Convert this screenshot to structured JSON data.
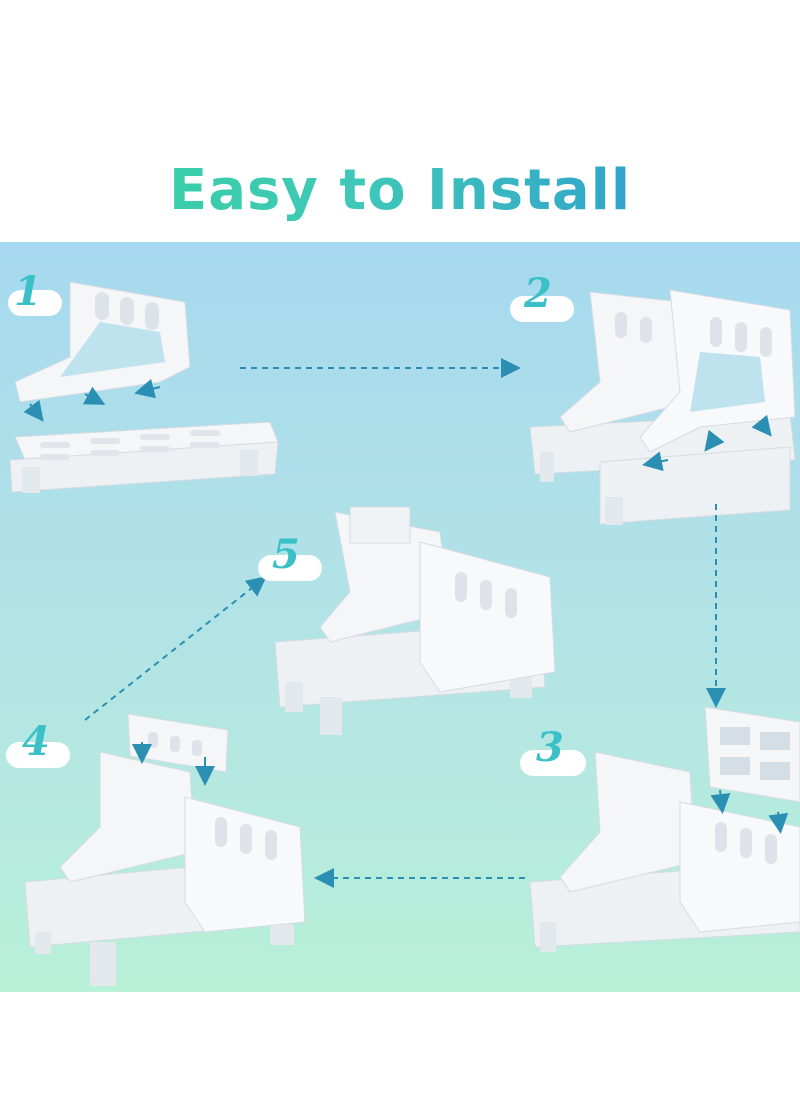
{
  "title": "Easy to Install",
  "steps": [
    {
      "number": "1"
    },
    {
      "number": "2"
    },
    {
      "number": "3"
    },
    {
      "number": "4"
    },
    {
      "number": "5"
    }
  ],
  "colors": {
    "title_start": "#34d39a",
    "title_end": "#2a8fd6",
    "step_number": "#3bc0c8",
    "arrow": "#2b8fb3",
    "rack": "#f4f6f8",
    "rack_shadow": "#d5dbe2"
  }
}
